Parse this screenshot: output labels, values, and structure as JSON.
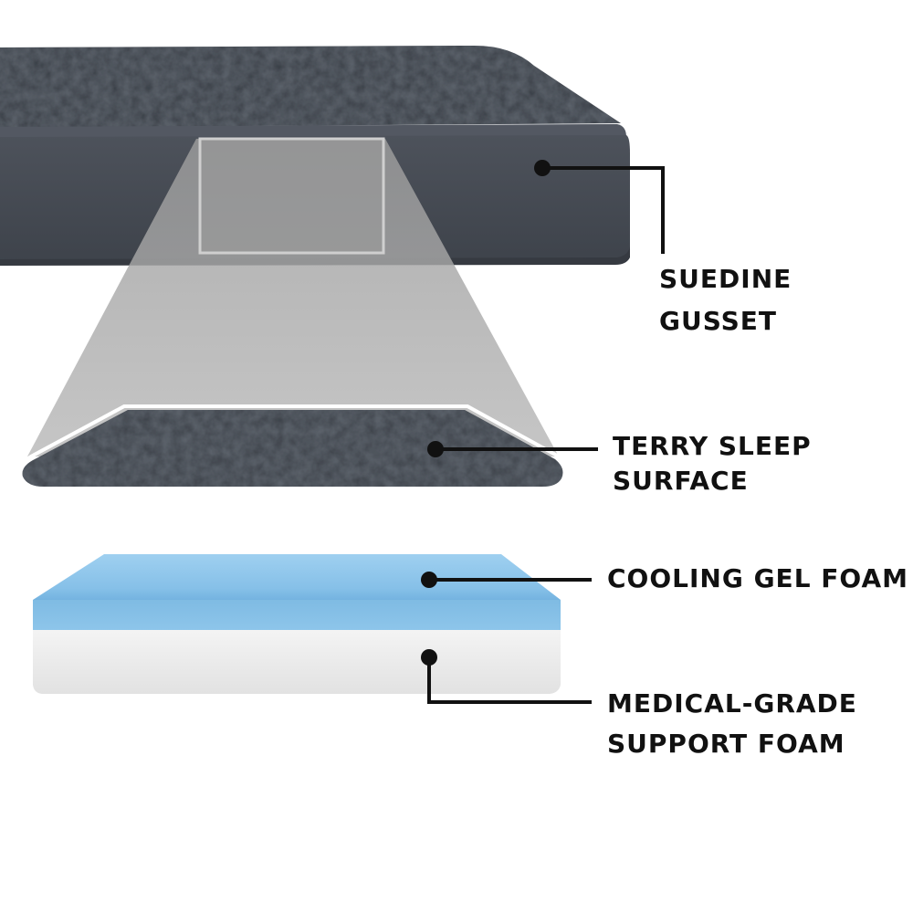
{
  "callouts": {
    "suedine_gusset": {
      "line1": "SUEDINE",
      "line2": "GUSSET"
    },
    "terry_sleep_surface": {
      "line1": "TERRY SLEEP",
      "line2": "SURFACE"
    },
    "cooling_gel_foam": {
      "line1": "COOLING GEL FOAM"
    },
    "medical_grade_support_foam": {
      "line1": "MEDICAL-GRADE",
      "line2": "SUPPORT FOAM"
    }
  },
  "colors": {
    "bed_cover": "#3b4048",
    "bed_side": "#474c55",
    "gel_foam": "#8fc6ea",
    "support_foam": "#ececec",
    "callout_line": "#111111",
    "magnifier": "#a8a8a8"
  }
}
